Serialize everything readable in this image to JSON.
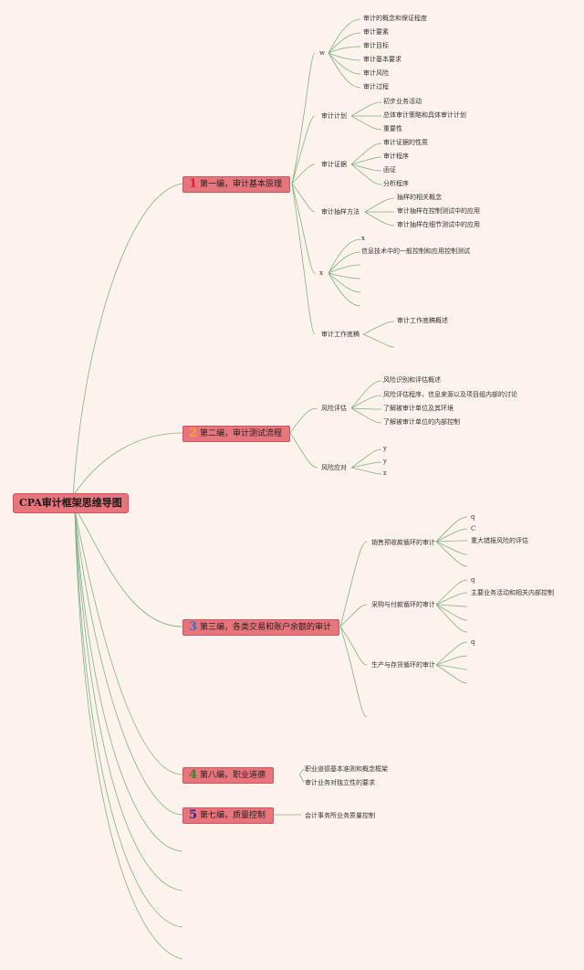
{
  "root": "CPA审计框架思维导图",
  "ch1": {
    "num": "1",
    "num_color": "#e0203a",
    "label": "第一编，审计基本原理",
    "w": {
      "label": "w",
      "items": [
        "审计的概念和保证程度",
        "审计要素",
        "审计目标",
        "审计基本要求",
        "审计风险",
        "审计过程"
      ]
    },
    "plan": {
      "label": "审计计划",
      "items": [
        "初步业务活动",
        "总体审计策略和具体审计计划",
        "重要性"
      ]
    },
    "evidence": {
      "label": "审计证据",
      "items": [
        "审计证据的性质",
        "审计程序",
        "函证",
        "分析程序"
      ]
    },
    "sampling": {
      "label": "审计抽样方法",
      "items": [
        "抽样的相关概念",
        "审计抽样在控制测试中的应用",
        "审计抽样在细节测试中的应用"
      ]
    },
    "x": {
      "label": "x",
      "items": [
        "x",
        "信息技术中的一般控制和应用控制测试"
      ]
    },
    "papers": {
      "label": "审计工作底稿",
      "items": [
        "审计工作底稿概述"
      ]
    }
  },
  "ch2": {
    "num": "2",
    "num_color": "#f2a83a",
    "label": "第二编，审计测试流程",
    "risk_assess": {
      "label": "风险评估",
      "items": [
        "风险识别和评估概述",
        "风险评估程序，信息来源以及项目组内部的讨论",
        "了解被审计单位及其环境",
        "了解被审计单位的内部控制"
      ]
    },
    "risk_resp": {
      "label": "风险应对",
      "items": [
        "y",
        "y",
        "z"
      ]
    }
  },
  "ch3": {
    "num": "3",
    "num_color": "#3a6ec8",
    "label": "第三编，各类交易和账户余额的审计",
    "sales": {
      "label": "销售预收款循环的审计",
      "items": [
        "q",
        "C",
        "重大错报风险的评估"
      ]
    },
    "purchase": {
      "label": "采购与付款循环的审计",
      "items": [
        "q",
        "主要业务活动和相关内部控制"
      ]
    },
    "production": {
      "label": "生产与存货循环的审计",
      "items": [
        "q"
      ]
    }
  },
  "ch4": {
    "num": "4",
    "num_color": "#2e8b2e",
    "label": "第八编，职业道德",
    "items": [
      "职业道德基本准则和概念框架",
      "审计业务对独立性的要求"
    ]
  },
  "ch5": {
    "num": "5",
    "num_color": "#2a2a8a",
    "label": "第七编，质量控制",
    "items": [
      "会计事务所业务质量控制"
    ]
  }
}
